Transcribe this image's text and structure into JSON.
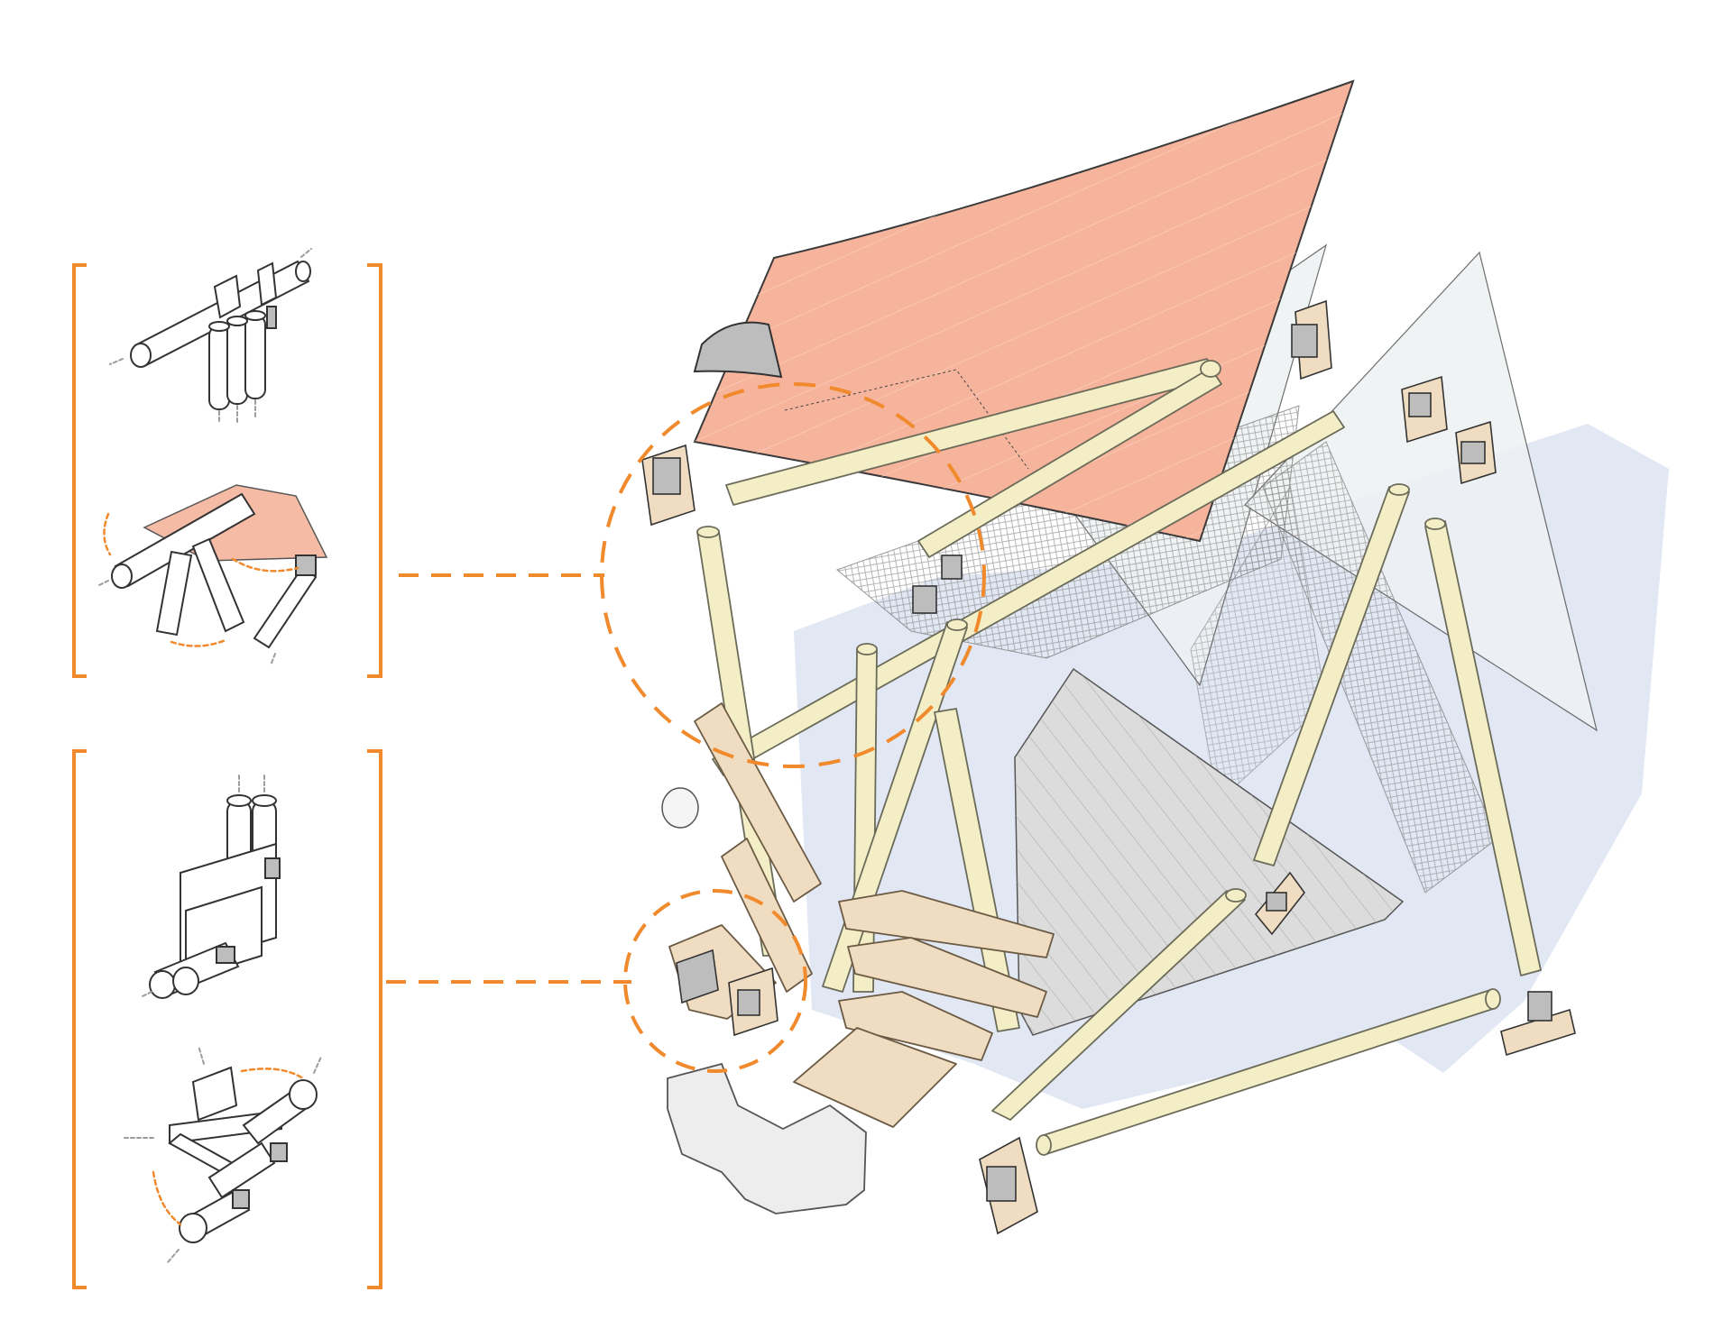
{
  "colors": {
    "accent": "#f08a2c",
    "canopy": "#f6b49c",
    "canopy_edge": "#3a3a3a",
    "bamboo": "#f4eec6",
    "bamboo_edge": "#6b6b5a",
    "plywood": "#f0dcc0",
    "deck": "#dcdcdc",
    "shadow": "#c9d3ea",
    "membrane": "#eef1f3",
    "mesh": "#8c8c8c",
    "metal": "#9a9a9a",
    "concrete": "#ededed"
  },
  "icons": {
    "detail_1": "bamboo-clamp-joint-icon",
    "detail_2": "canopy-hinge-joint-icon",
    "detail_3": "plywood-bracket-joint-icon",
    "detail_4": "rotating-bracket-joint-icon"
  },
  "callouts": [
    {
      "name": "upper-joint-callout",
      "detail": "upper"
    },
    {
      "name": "lower-joint-callout",
      "detail": "lower"
    }
  ]
}
